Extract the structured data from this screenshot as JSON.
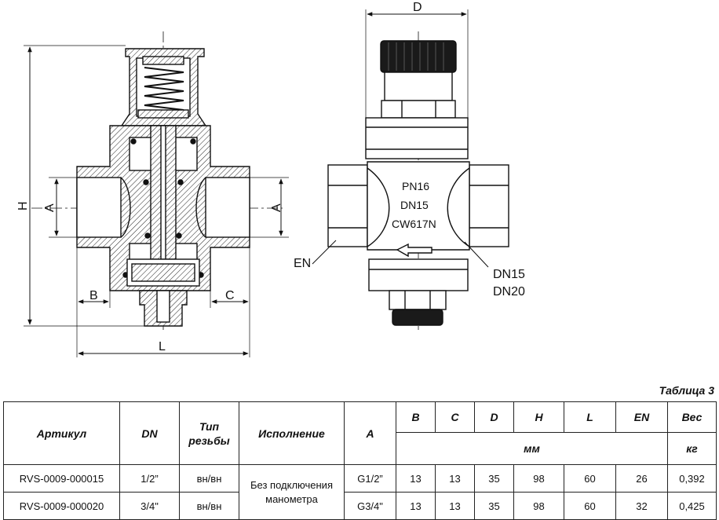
{
  "drawing": {
    "dimension_labels": {
      "H": "H",
      "A_left": "A",
      "A_right": "A",
      "B": "B",
      "C": "C",
      "L": "L",
      "D": "D"
    },
    "body_markings": [
      "PN16",
      "DN15",
      "CW617N"
    ],
    "callouts": {
      "en": "EN",
      "dn_line1": "DN15",
      "dn_line2": "DN20"
    }
  },
  "table": {
    "caption": "Таблица 3",
    "headers": {
      "article": "Артикул",
      "dn": "DN",
      "thread_type_line1": "Тип",
      "thread_type_line2": "резьбы",
      "version": "Исполнение",
      "a": "A",
      "b": "B",
      "c": "C",
      "d": "D",
      "h": "H",
      "l": "L",
      "en": "EN",
      "weight": "Вес",
      "unit_mm": "мм",
      "unit_kg": "кг"
    },
    "version_line1": "Без подключения",
    "version_line2": "манометра",
    "rows": [
      {
        "article": "RVS-0009-000015",
        "dn": "1/2”",
        "thread": "вн/вн",
        "a": "G1/2”",
        "b": "13",
        "c": "13",
        "d": "35",
        "h": "98",
        "l": "60",
        "en": "26",
        "weight": "0,392"
      },
      {
        "article": "RVS-0009-000020",
        "dn": "3/4\"",
        "thread": "вн/вн",
        "a": "G3/4\"",
        "b": "13",
        "c": "13",
        "d": "35",
        "h": "98",
        "l": "60",
        "en": "32",
        "weight": "0,425"
      }
    ]
  }
}
